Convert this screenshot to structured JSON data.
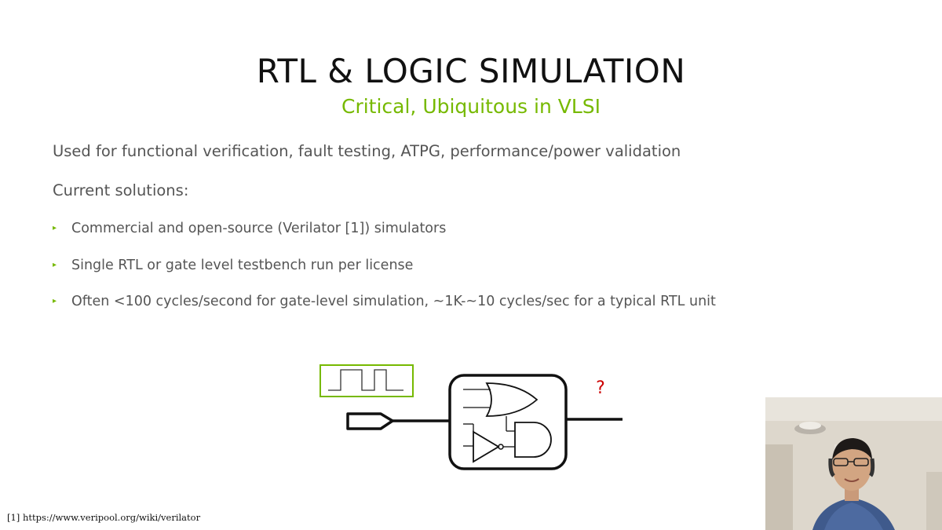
{
  "slide": {
    "title": "RTL & LOGIC SIMULATION",
    "subtitle": "Critical, Ubiquitous in VLSI",
    "intro": "Used for functional verification, fault testing, ATPG, performance/power validation",
    "solutions_heading": "Current solutions:",
    "bullets": [
      "Commercial and open-source (Verilator [1]) simulators",
      "Single RTL or gate level testbench run per license",
      "Often <100 cycles/second for gate-level simulation, ~1K-~10 cycles/sec for a typical RTL unit"
    ],
    "bullet_marker": "▸",
    "footnote": "[1] https://www.veripool.org/wiki/verilator"
  },
  "diagram": {
    "output_label": "?"
  },
  "colors": {
    "accent": "#76b900",
    "question": "#cc0000",
    "text": "#555555"
  }
}
